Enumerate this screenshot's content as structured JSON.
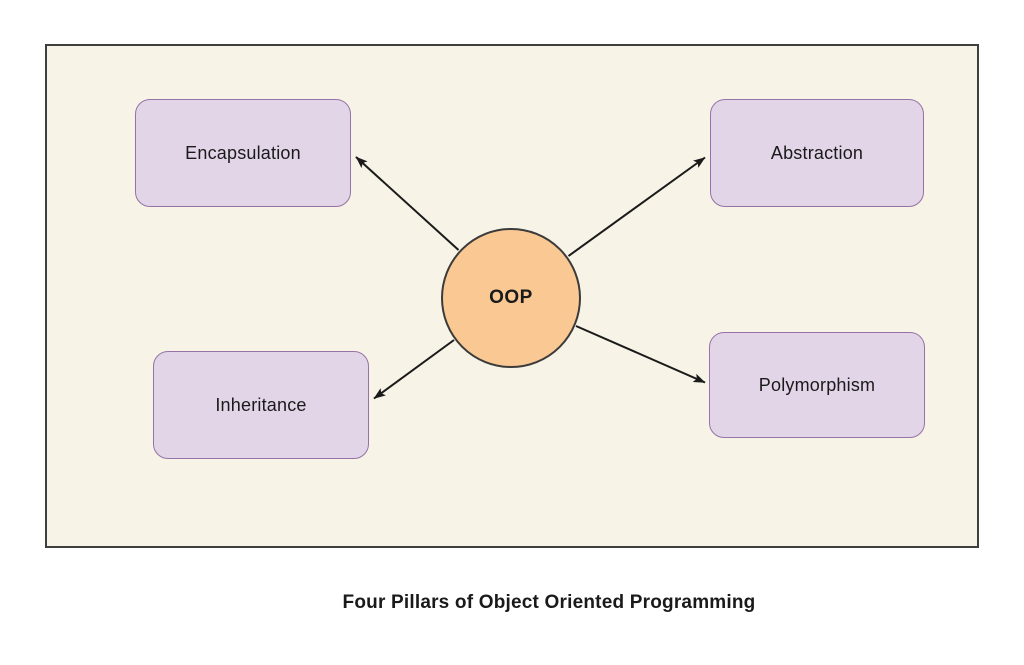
{
  "diagram": {
    "caption": "Four Pillars of Object Oriented Programming",
    "center_node": {
      "label": "OOP"
    },
    "nodes": [
      {
        "id": "encapsulation",
        "label": "Encapsulation"
      },
      {
        "id": "abstraction",
        "label": "Abstraction"
      },
      {
        "id": "inheritance",
        "label": "Inheritance"
      },
      {
        "id": "polymorphism",
        "label": "Polymorphism"
      }
    ],
    "edges": [
      {
        "from": "OOP",
        "to": "Encapsulation",
        "arrowhead": "end"
      },
      {
        "from": "OOP",
        "to": "Abstraction",
        "arrowhead": "end"
      },
      {
        "from": "OOP",
        "to": "Inheritance",
        "arrowhead": "end"
      },
      {
        "from": "OOP",
        "to": "Polymorphism",
        "arrowhead": "end"
      }
    ],
    "colors": {
      "canvas_background": "#F7F3E6",
      "page_background": "#FFFFFF",
      "node_fill": "#E1D5E7",
      "node_border": "#9673A6",
      "center_fill": "#FAC993",
      "center_border": "#3B3B3B",
      "frame_border": "#3F3F3F",
      "arrow": "#1A1A1A",
      "text": "#1A1A1A"
    }
  }
}
